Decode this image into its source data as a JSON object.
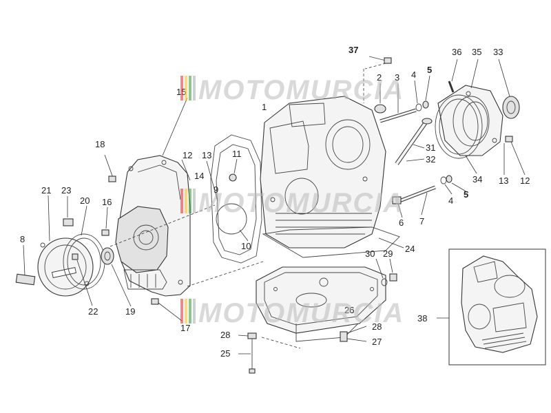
{
  "watermark": {
    "text": "MOTOMURCIA",
    "stripe_colors": [
      "#e53935",
      "#fbc02d",
      "#43a047",
      "#b0b0b0"
    ]
  },
  "callouts": {
    "c1": "2",
    "c2": "3",
    "c3": "4",
    "c4": "5",
    "c5": "37",
    "c6": "36",
    "c7": "35",
    "c8": "33",
    "c9": "31",
    "c10": "32",
    "c11": "34",
    "c12": "13",
    "c13": "12",
    "c14": "4",
    "c15": "5",
    "c16": "6",
    "c17": "7",
    "c18": "24",
    "c19": "15",
    "c20": "12",
    "c21": "13",
    "c22": "11",
    "c23": "10",
    "c24": "18",
    "c25": "21",
    "c26": "23",
    "c27": "20",
    "c28": "16",
    "c29": "8",
    "c30": "22",
    "c31": "19",
    "c32": "17",
    "c33": "30",
    "c34": "29",
    "c35": "28",
    "c36": "27",
    "c37": "28",
    "c38": "25",
    "c39": "38",
    "c40": "14",
    "c41": "9",
    "c42": "26",
    "c43": "1"
  },
  "icons": {
    "watermark": "motomurcia-logo",
    "inset": "engine-assembly-thumbnail"
  }
}
